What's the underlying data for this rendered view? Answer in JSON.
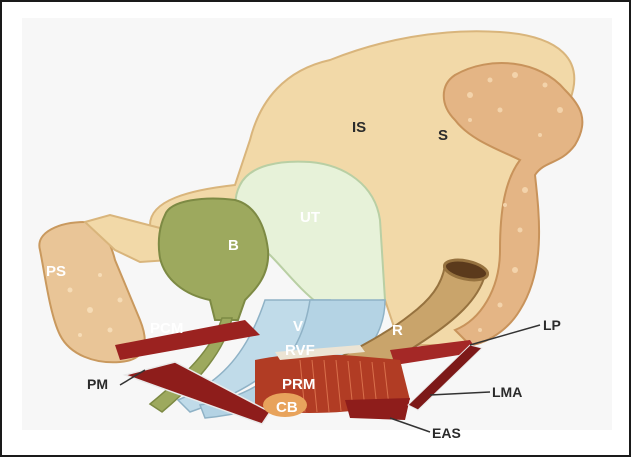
{
  "labels": {
    "is": "IS",
    "s": "S",
    "ut": "UT",
    "b": "B",
    "ps": "PS",
    "pcm": "PCM",
    "v": "V",
    "r": "R",
    "rvf": "RVF",
    "prm": "PRM",
    "cb": "CB",
    "lp": "LP",
    "pm": "PM",
    "lma": "LMA",
    "eas": "EAS"
  },
  "colors": {
    "bone": "#f1d7a6",
    "bone_dark": "#e6b985",
    "sacrum": "#e3b382",
    "bladder": "#9ba85c",
    "uterus": "#e6f2d8",
    "vagina": "#bcd7e6",
    "rectum": "#c9a46b",
    "muscle": "#9b2220",
    "outline": "#2b2b2b"
  }
}
